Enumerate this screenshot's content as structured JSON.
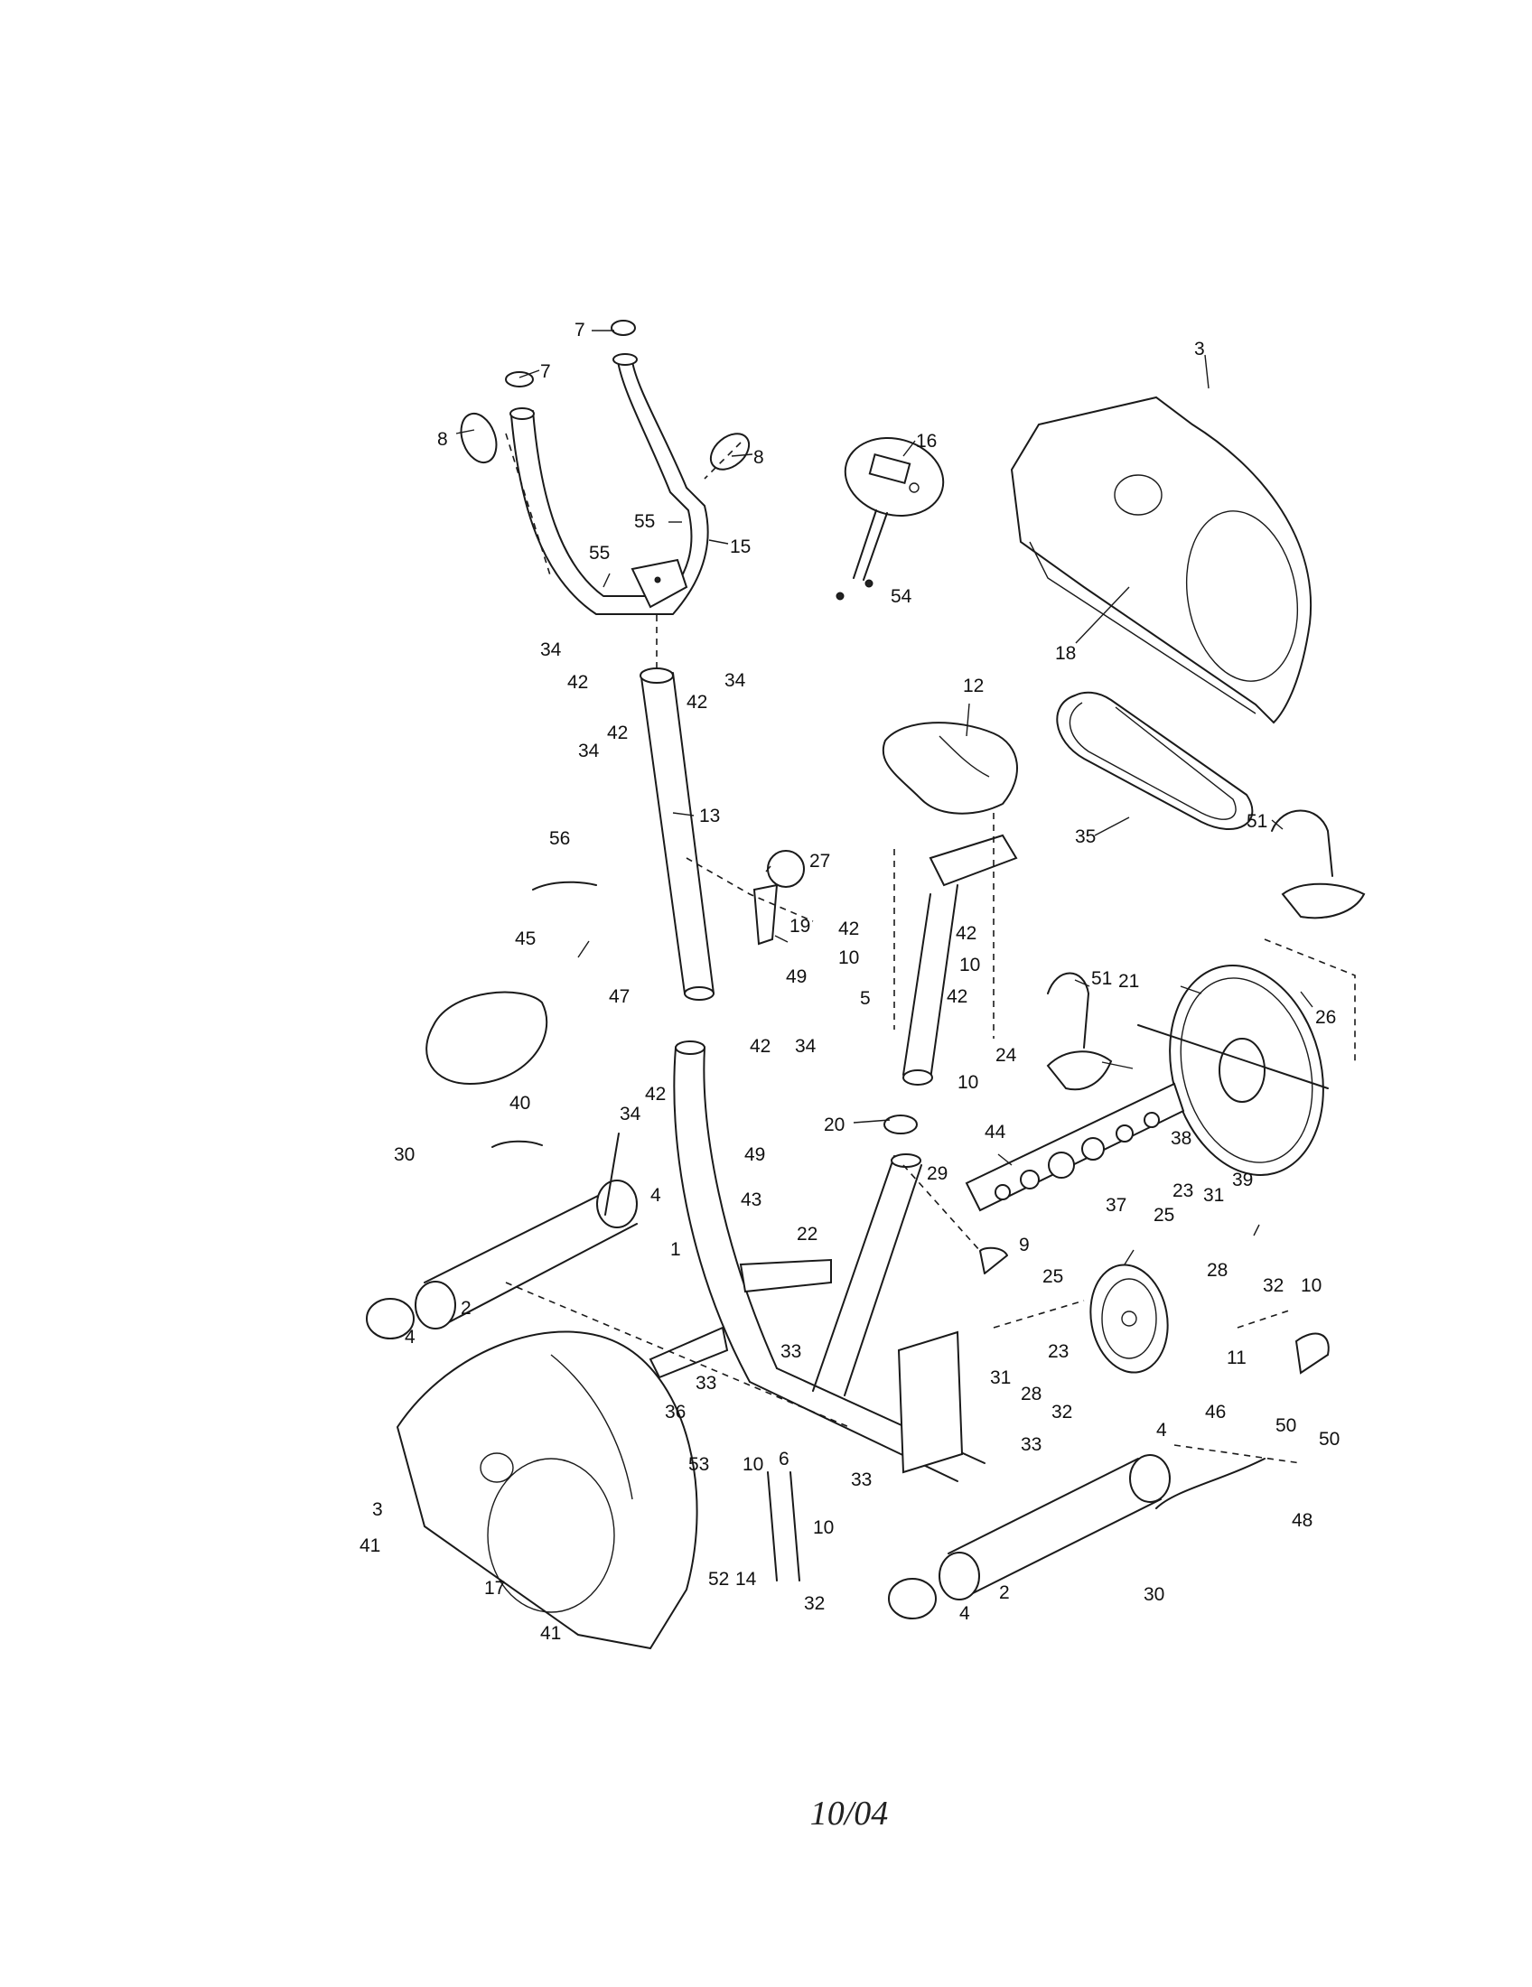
{
  "footer": {
    "date": "10/04"
  },
  "callouts": [
    "1",
    "2",
    "3",
    "4",
    "5",
    "6",
    "7",
    "8",
    "9",
    "10",
    "11",
    "12",
    "13",
    "14",
    "15",
    "16",
    "17",
    "18",
    "19",
    "20",
    "21",
    "22",
    "23",
    "24",
    "25",
    "26",
    "27",
    "28",
    "29",
    "30",
    "31",
    "32",
    "33",
    "34",
    "35",
    "36",
    "37",
    "38",
    "39",
    "40",
    "41",
    "42",
    "43",
    "44",
    "45",
    "46",
    "47",
    "48",
    "49",
    "50",
    "51",
    "52",
    "53",
    "54",
    "55",
    "56"
  ]
}
